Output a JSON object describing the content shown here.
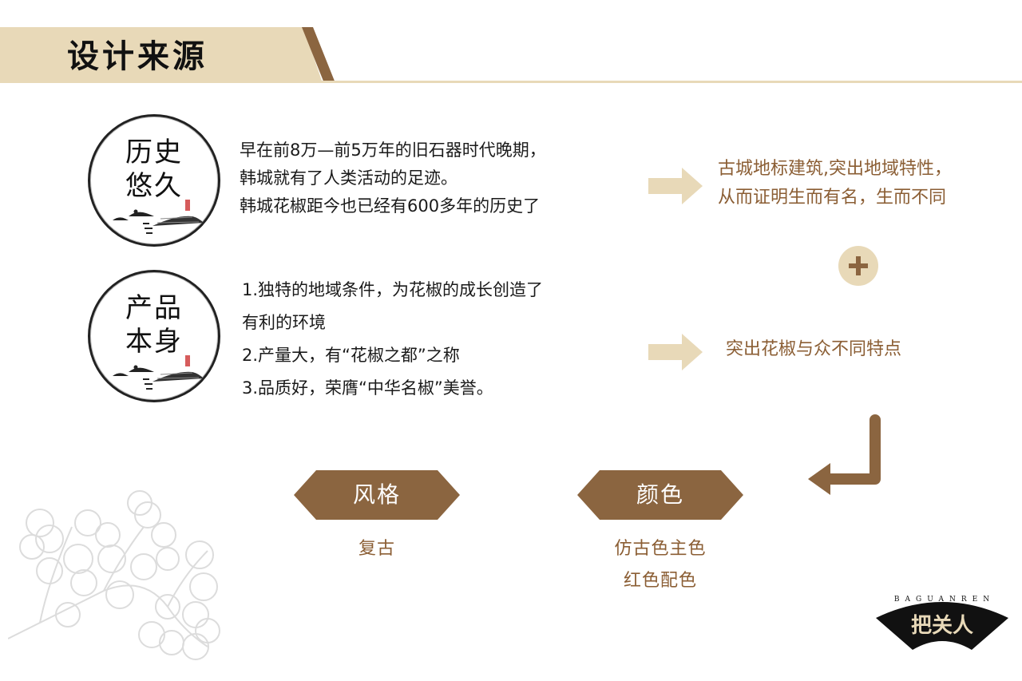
{
  "header": {
    "title": "设计来源"
  },
  "colors": {
    "beige": "#e8d9b8",
    "brown": "#8b6540",
    "text_brown": "#8b5e34",
    "dark": "#111111"
  },
  "sections": [
    {
      "badge": {
        "line1": "历史",
        "line2": "悠久",
        "icon": "ink-landscape-icon"
      },
      "description": [
        "早在前8万—前5万年的旧石器时代晚期，",
        "韩城就有了人类活动的足迹。",
        "韩城花椒距今也已经有600多年的历史了"
      ],
      "arrow": "right-arrow-icon",
      "result": [
        "古城地标建筑,突出地域特性，",
        "从而证明生而有名，生而不同"
      ]
    },
    {
      "badge": {
        "line1": "产品",
        "line2": "本身",
        "icon": "ink-landscape-icon"
      },
      "description": [
        "1.独特的地域条件，为花椒的成长创造了",
        "有利的环境",
        "2.产量大，有“花椒之都”之称",
        "3.品质好，荣膺“中华名椒”美誉。"
      ],
      "arrow": "right-arrow-icon",
      "result": [
        "突出花椒与众不同特点"
      ]
    }
  ],
  "plus_icon": "plus-icon",
  "return_arrow_icon": "return-arrow-icon",
  "tags": [
    {
      "label": "风格",
      "values": [
        "复古"
      ]
    },
    {
      "label": "颜色",
      "values": [
        "仿古色主色",
        "红色配色"
      ]
    }
  ],
  "logo": {
    "chinese": "把关人",
    "pinyin": "BAGUANREN"
  },
  "decoration": "pepper-branch-sketch"
}
